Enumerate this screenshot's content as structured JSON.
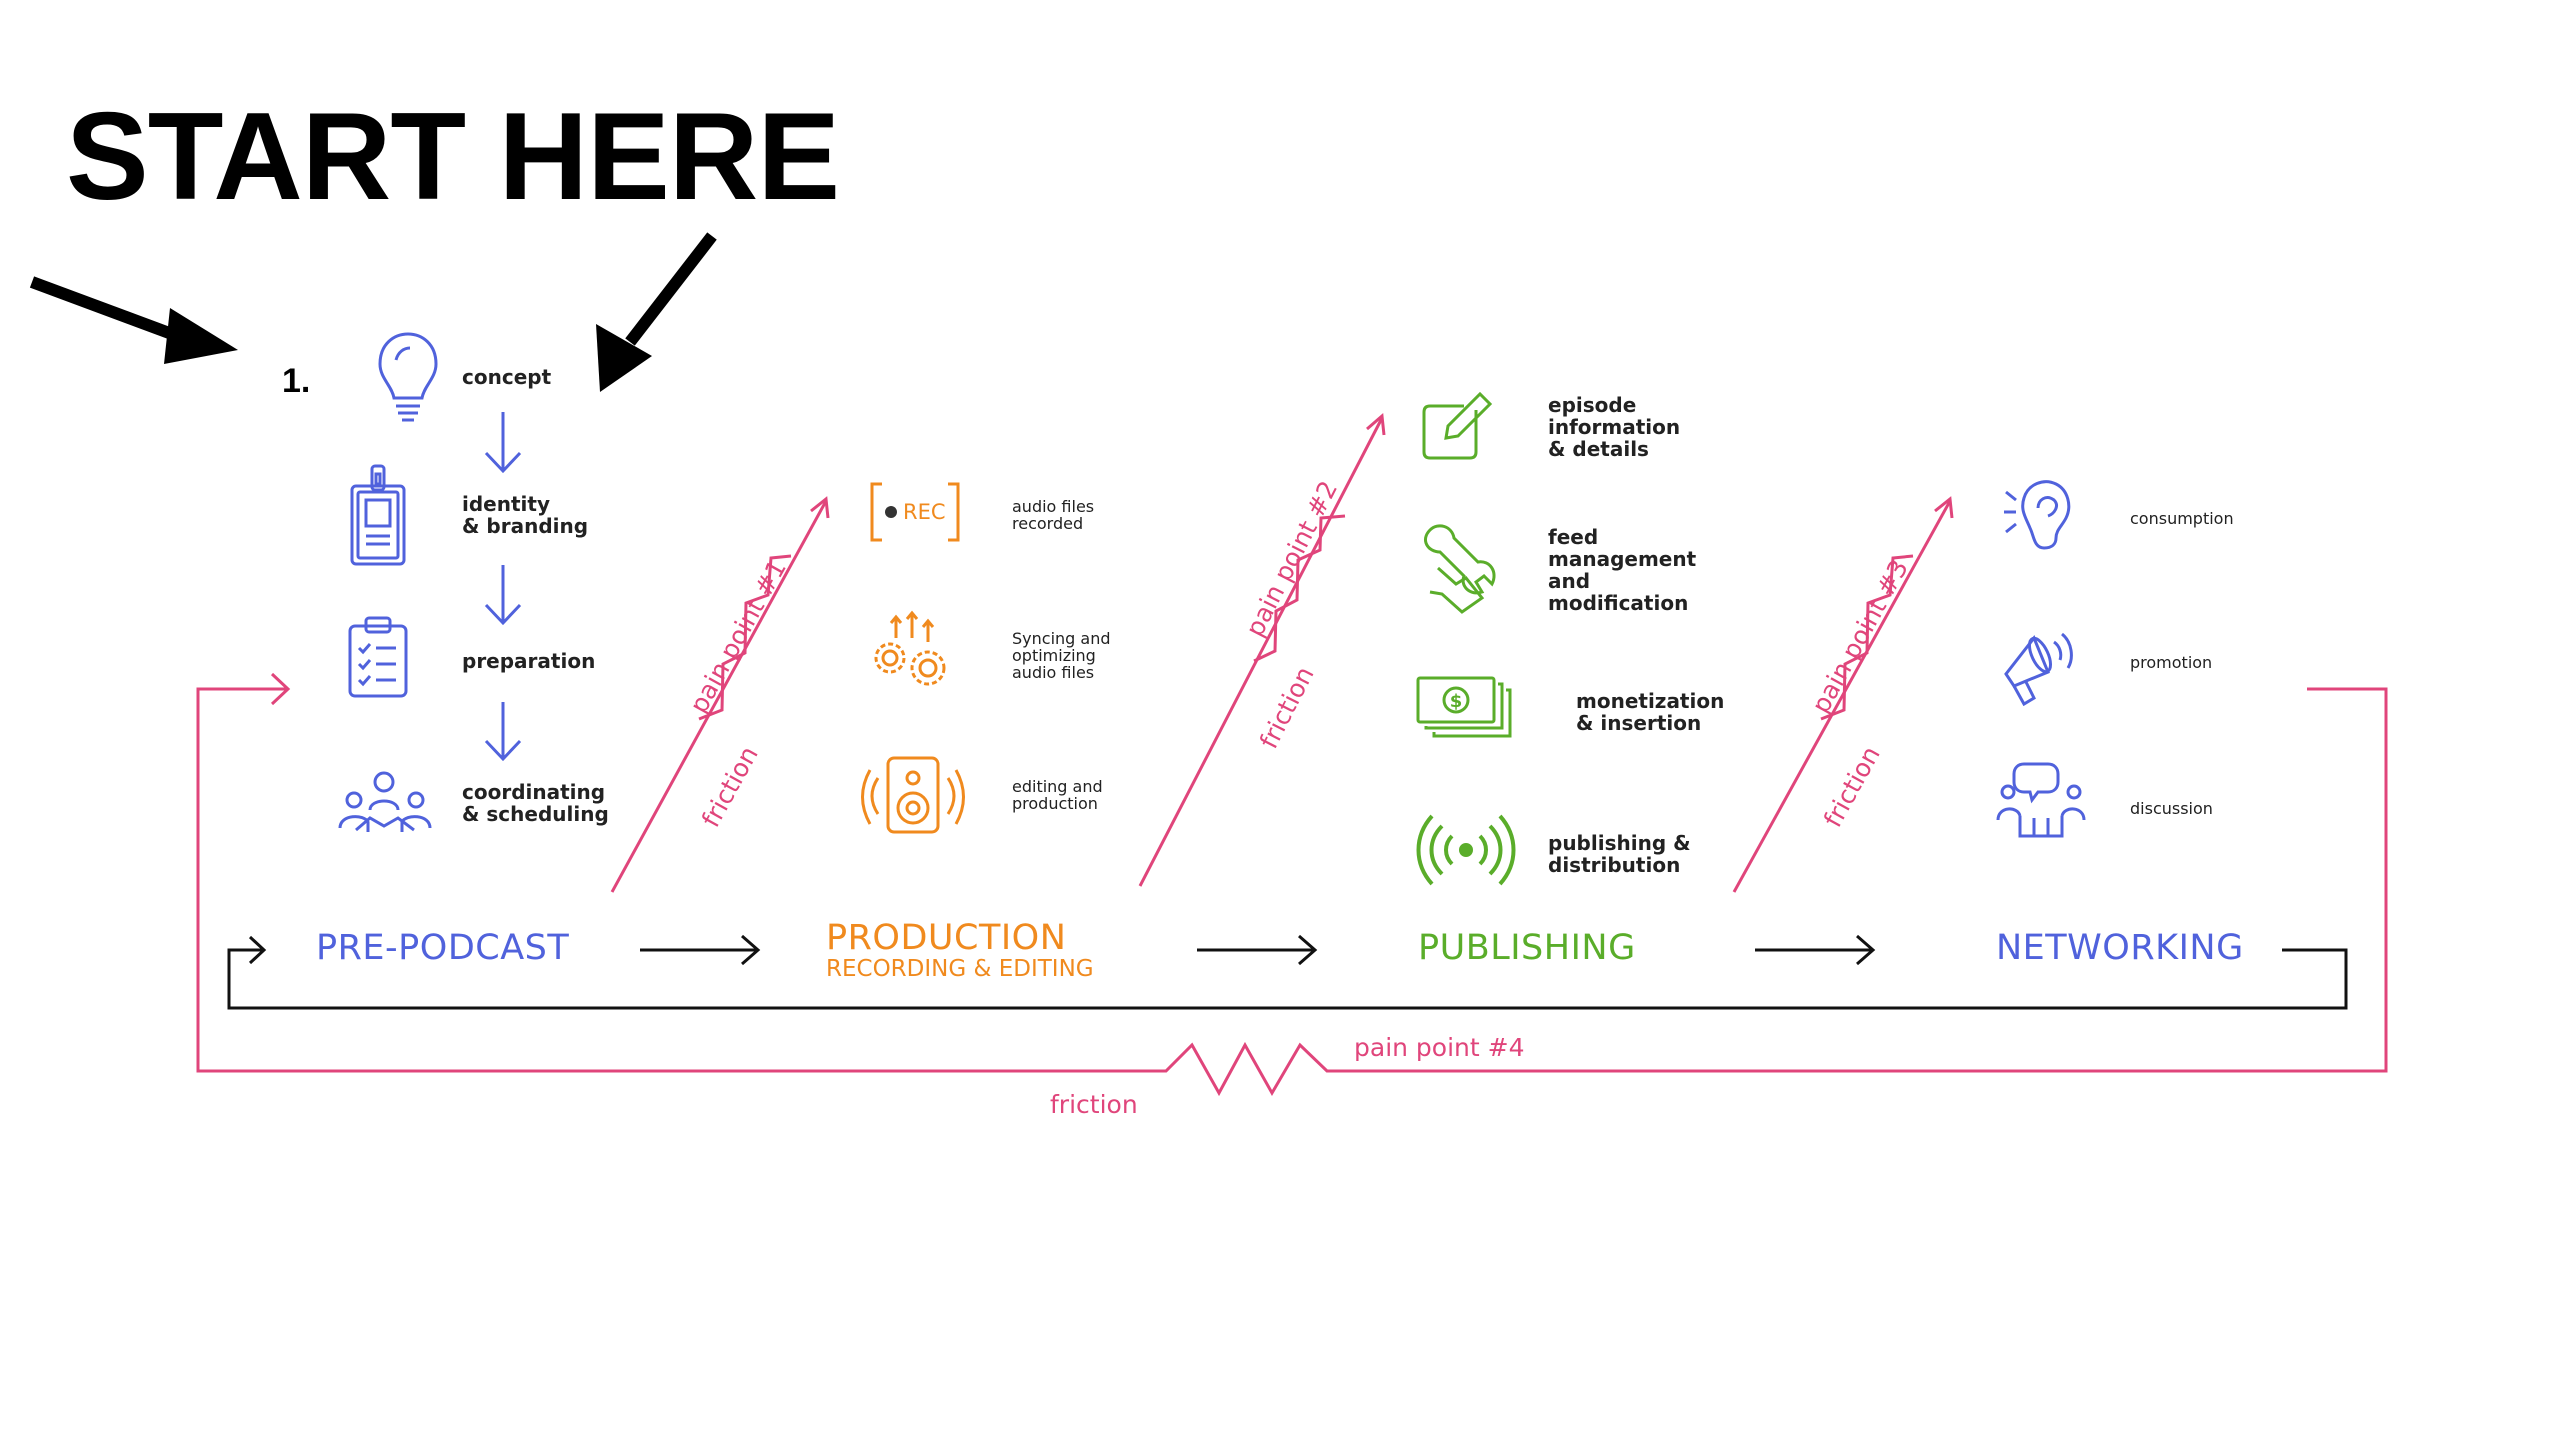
{
  "headline": "START HERE",
  "step_number": "1.",
  "colors": {
    "blue": "#5062dc",
    "orange": "#f08a1e",
    "green": "#5aad2a",
    "pink": "#e0457b",
    "black": "#111111"
  },
  "pre_podcast": {
    "label": "PRE-PODCAST",
    "items": [
      {
        "icon": "lightbulb-icon",
        "label": "concept"
      },
      {
        "icon": "id-badge-icon",
        "label": "identity\n& branding"
      },
      {
        "icon": "clipboard-checklist-icon",
        "label": "preparation"
      },
      {
        "icon": "meeting-people-icon",
        "label": "coordinating\n& scheduling"
      }
    ]
  },
  "production": {
    "label": "PRODUCTION",
    "sublabel": "RECORDING & EDITING",
    "rec_badge": "REC",
    "items": [
      {
        "icon": "rec-icon",
        "label": "audio files\nrecorded"
      },
      {
        "icon": "gears-icon",
        "label": "Syncing and\noptimizing\naudio files"
      },
      {
        "icon": "speaker-icon",
        "label": "editing and\nproduction"
      }
    ]
  },
  "publishing": {
    "label": "PUBLISHING",
    "items": [
      {
        "icon": "edit-note-icon",
        "label": "episode\ninformation\n& details"
      },
      {
        "icon": "wrench-hand-icon",
        "label": "feed\nmanagement\nand\nmodification"
      },
      {
        "icon": "money-stack-icon",
        "label": "monetization\n& insertion"
      },
      {
        "icon": "broadcast-icon",
        "label": "publishing &\ndistribution"
      }
    ]
  },
  "networking": {
    "label": "NETWORKING",
    "items": [
      {
        "icon": "ear-icon",
        "label": "consumption"
      },
      {
        "icon": "megaphone-icon",
        "label": "promotion"
      },
      {
        "icon": "discussion-icon",
        "label": "discussion"
      }
    ]
  },
  "pain_points": [
    {
      "label": "pain point #1",
      "friction": "friction"
    },
    {
      "label": "pain point #2",
      "friction": "friction"
    },
    {
      "label": "pain point #3",
      "friction": "friction"
    },
    {
      "label": "pain point #4",
      "friction": "friction"
    }
  ]
}
